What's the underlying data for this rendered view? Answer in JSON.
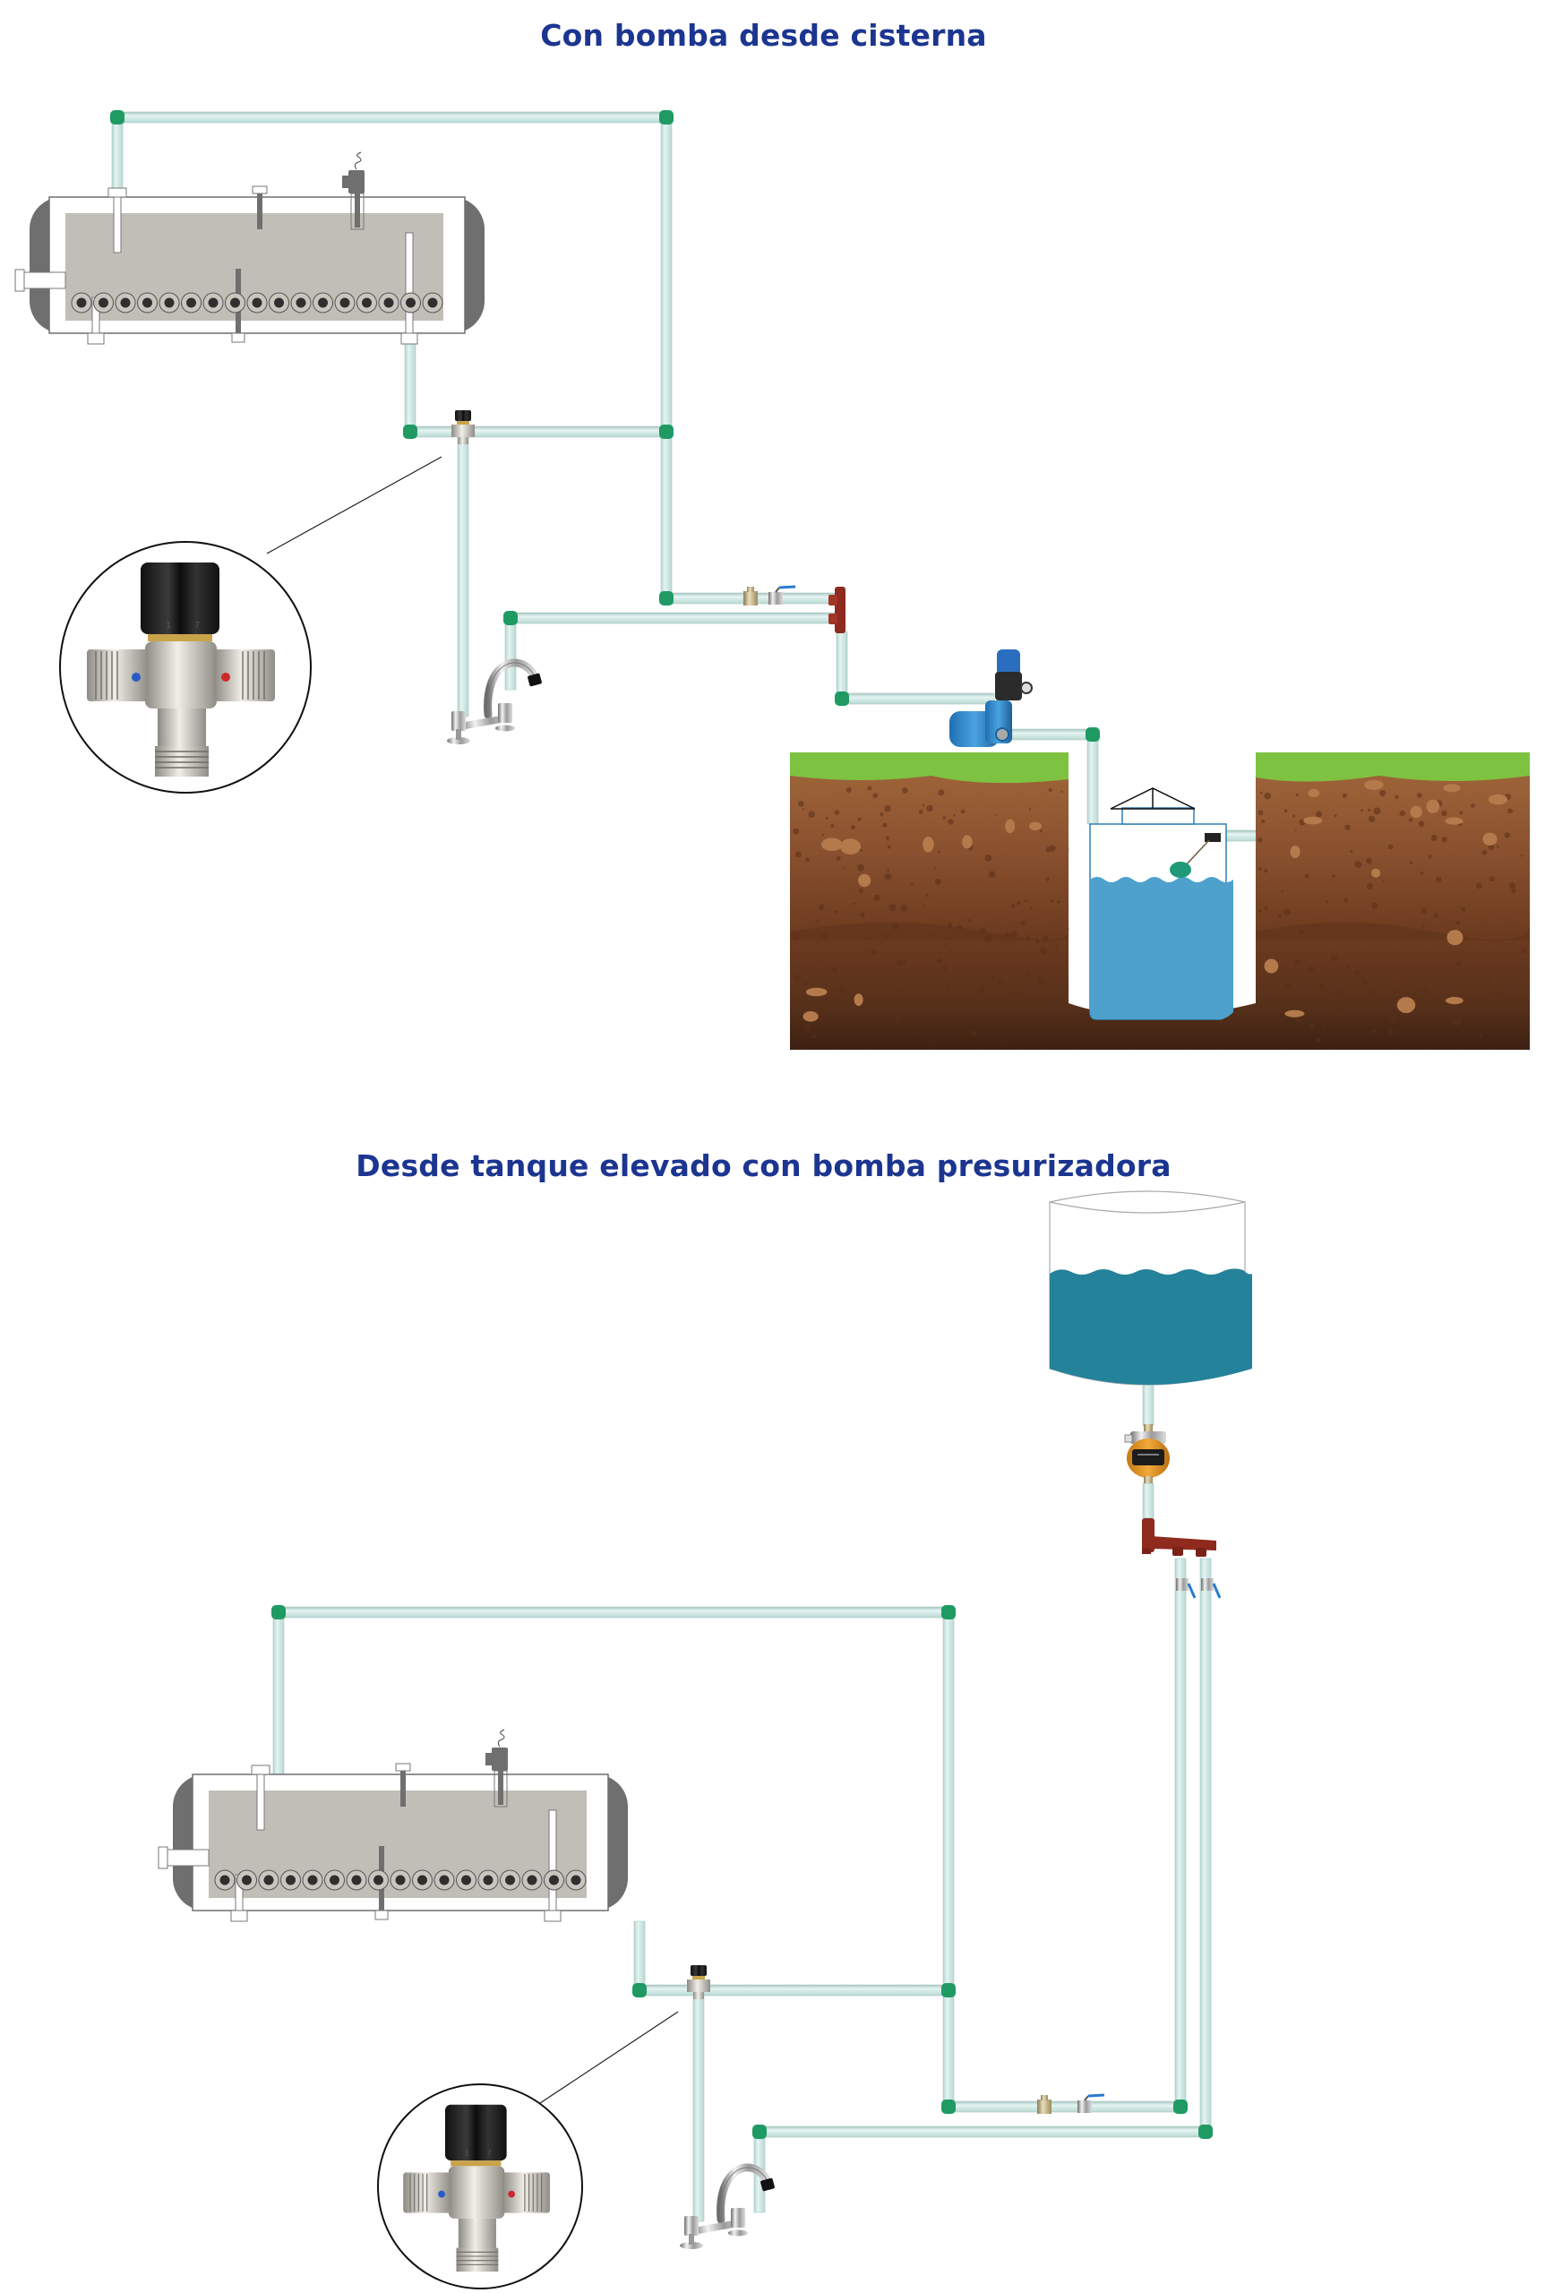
{
  "diagrams": [
    {
      "id": "cistern",
      "title": "Con bomba desde cisterna",
      "components": [
        "solar-water-heater-tank",
        "thermostatic-mixing-valve",
        "mixing-valve-detail-callout",
        "kitchen-faucet",
        "check-valve",
        "ball-valve",
        "manifold",
        "pressure-pump-with-controller",
        "cistern-with-float-valve",
        "ground-soil"
      ]
    },
    {
      "id": "elevated-tank",
      "title": "Desde tanque elevado con bomba presurizadora",
      "components": [
        "elevated-water-tank",
        "pressurizer-pump",
        "manifold",
        "ball-valve",
        "ball-valve",
        "solar-water-heater-tank",
        "thermostatic-mixing-valve",
        "mixing-valve-detail-callout",
        "check-valve",
        "ball-valve",
        "kitchen-faucet"
      ]
    }
  ],
  "valve_dial_labels": [
    "1",
    "7"
  ],
  "colors": {
    "title": "#1b3590",
    "pipe": "#d3ece8",
    "pipe_edge": "#a9c9c4",
    "elbow": "#1f9a63",
    "tank_shell": "#707070",
    "tank_inner": "#c1beb7",
    "manifold": "#8e2a1e",
    "cistern_water": "#4ea1cc",
    "elevated_water": "#25829b",
    "grass": "#7ec242",
    "soil_top": "#9a6035",
    "soil_mid": "#7a4423",
    "soil_deep": "#4e2a17"
  }
}
